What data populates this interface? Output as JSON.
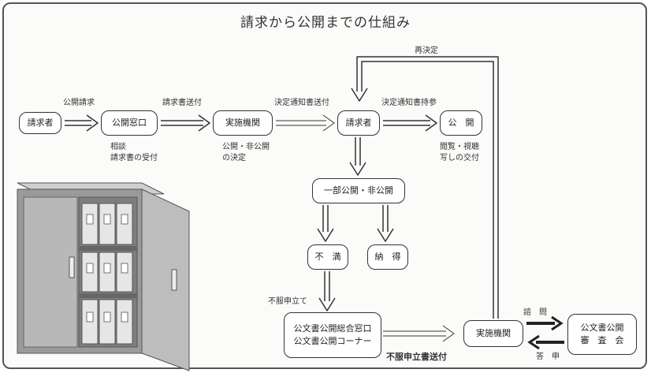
{
  "title": "請求から公開までの仕組み",
  "nodes": {
    "requester1": "請求者",
    "window": "公開窓口",
    "agency1": "実施機関",
    "requester2": "請求者",
    "publish": "公　開",
    "partial": "一部公開・非公開",
    "dissatisfied": "不　満",
    "satisfied": "納　得",
    "center_line1": "公文書公開総合窓口",
    "center_line2": "公文書公開コーナー",
    "agency2": "実施機関",
    "council_line1": "公文書公開",
    "council_line2": "審　査　会"
  },
  "labels": {
    "request": "公開請求",
    "send_request": "請求書送付",
    "send_notice": "決定通知書送付",
    "bring_notice": "決定通知書持参",
    "redecide": "再決定",
    "consult_1": "相談",
    "consult_2": "請求書の受付",
    "decide_1": "公開・非公開",
    "decide_2": "の決定",
    "view_1": "閲覧・視聴",
    "view_2": "写しの交付",
    "objection": "不服申立て",
    "send_objection": "不服申立書送付",
    "inquiry": "諮　問",
    "answer": "答　申"
  },
  "colors": {
    "line": "#333333",
    "cabinet_body": "#9a9a9a",
    "cabinet_door": "#bdbdbd",
    "binder": "#e6e6e6"
  }
}
